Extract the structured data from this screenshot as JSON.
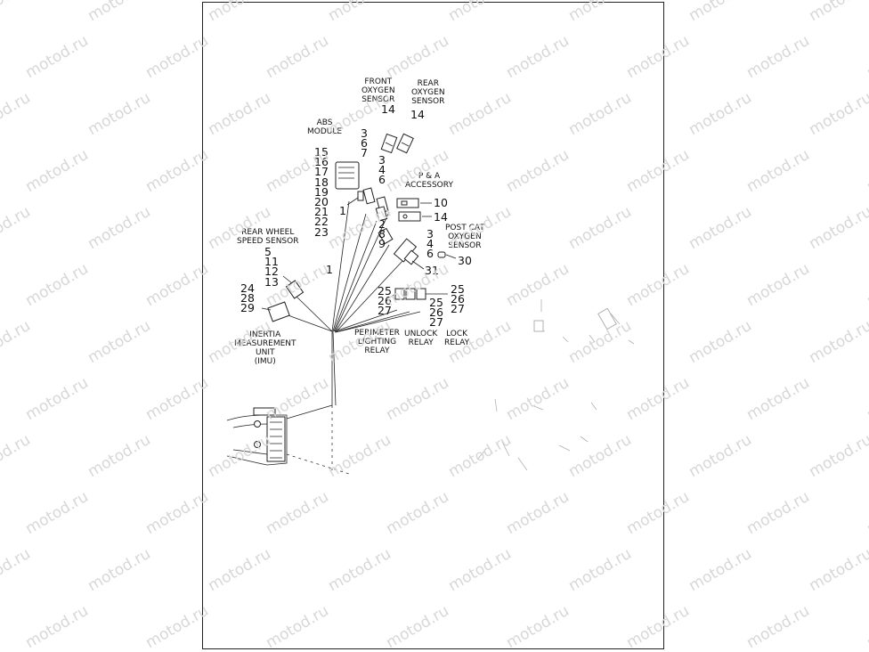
{
  "watermark": "motod.ru",
  "callouts": {
    "front_o2": {
      "label": [
        "FRONT",
        "OXYGEN",
        "SENSOR"
      ],
      "numbers": [
        "14"
      ]
    },
    "rear_o2": {
      "label": [
        "REAR",
        "OXYGEN",
        "SENSOR"
      ],
      "numbers": [
        "14"
      ]
    },
    "abs_module": {
      "label": [
        "ABS",
        "MODULE"
      ],
      "numbers": [
        "15",
        "16",
        "17",
        "18",
        "19",
        "20",
        "21",
        "22",
        "23"
      ],
      "side_number": "1"
    },
    "column_a": {
      "numbers": [
        "3",
        "6",
        "7"
      ]
    },
    "column_b": {
      "numbers": [
        "3",
        "4",
        "6"
      ]
    },
    "pa_accessory": {
      "label": [
        "P & A",
        "ACCESSORY"
      ],
      "item_10": "10",
      "item_14": "14"
    },
    "column_c": {
      "numbers": [
        "2",
        "8",
        "9"
      ]
    },
    "post_cat_o2": {
      "label": [
        "POST CAT",
        "OXYGEN",
        "SENSOR"
      ],
      "numbers": [
        "3",
        "4",
        "6"
      ],
      "item_30": "30",
      "item_31": "31"
    },
    "wheel_speed": {
      "label": [
        "REAR WHEEL",
        "SPEED SENSOR"
      ],
      "numbers": [
        "5",
        "11",
        "12",
        "13"
      ]
    },
    "mid_number": "1",
    "imu": {
      "label": [
        "INERTIA",
        "MEASUREMENT",
        "UNIT",
        "(IMU)"
      ],
      "numbers": [
        "24",
        "28",
        "29"
      ]
    },
    "perimeter": {
      "label": [
        "PERIMETER",
        "LIGHTING",
        "RELAY"
      ],
      "numbers": [
        "25",
        "26",
        "27"
      ]
    },
    "unlock": {
      "label": [
        "UNLOCK",
        "RELAY"
      ],
      "numbers": [
        "25",
        "26",
        "27"
      ]
    },
    "lock": {
      "label": [
        "LOCK",
        "RELAY"
      ],
      "numbers": [
        "25",
        "26",
        "27"
      ]
    }
  }
}
